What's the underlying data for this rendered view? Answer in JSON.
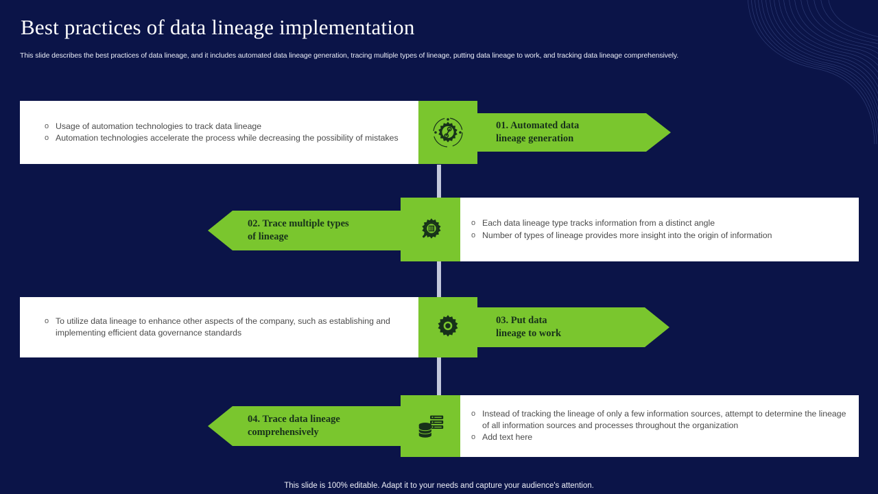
{
  "slide": {
    "title": "Best practices of  data lineage implementation",
    "subtitle": "This slide describes the best practices of data lineage, and it includes automated data lineage generation, tracing multiple types of lineage, putting data lineage to work, and tracking data lineage comprehensively.",
    "footer": "This slide is 100% editable. Adapt it to your needs and capture your audience's attention.",
    "colors": {
      "background": "#0b1448",
      "accent_green": "#7ac62e",
      "card": "#ffffff",
      "connector": "#c3c8dd",
      "banner_text": "#17311a",
      "body_text": "#4a4a4a"
    }
  },
  "steps": [
    {
      "number": "01",
      "banner_label": "01. Automated data\nlineage generation",
      "banner_side": "right",
      "icon": "gear-automation-icon",
      "bullets": [
        "Usage of automation technologies to track data lineage",
        "Automation technologies accelerate the process while decreasing the possibility of mistakes"
      ]
    },
    {
      "number": "02",
      "banner_label": "02. Trace multiple types\nof lineage",
      "banner_side": "left",
      "icon": "gear-magnifier-barcode-icon",
      "bullets": [
        "Each data lineage type tracks information  from a distinct angle",
        "Number of types of lineage provides  more insight into the origin of information"
      ]
    },
    {
      "number": "03",
      "banner_label": "03. Put data\nlineage to work",
      "banner_side": "right",
      "icon": "gear-icon",
      "bullets": [
        "To utilize data lineage to enhance other aspects of the company, such as establishing and implementing  efficient data governance  standards"
      ]
    },
    {
      "number": "04",
      "banner_label": "04. Trace data lineage\ncomprehensively",
      "banner_side": "left",
      "icon": "database-stack-icon",
      "bullets": [
        "Instead of tracking the lineage of only a few information  sources, attempt to determine the lineage of all information  sources and processes throughout the organization",
        "Add text here"
      ]
    }
  ]
}
